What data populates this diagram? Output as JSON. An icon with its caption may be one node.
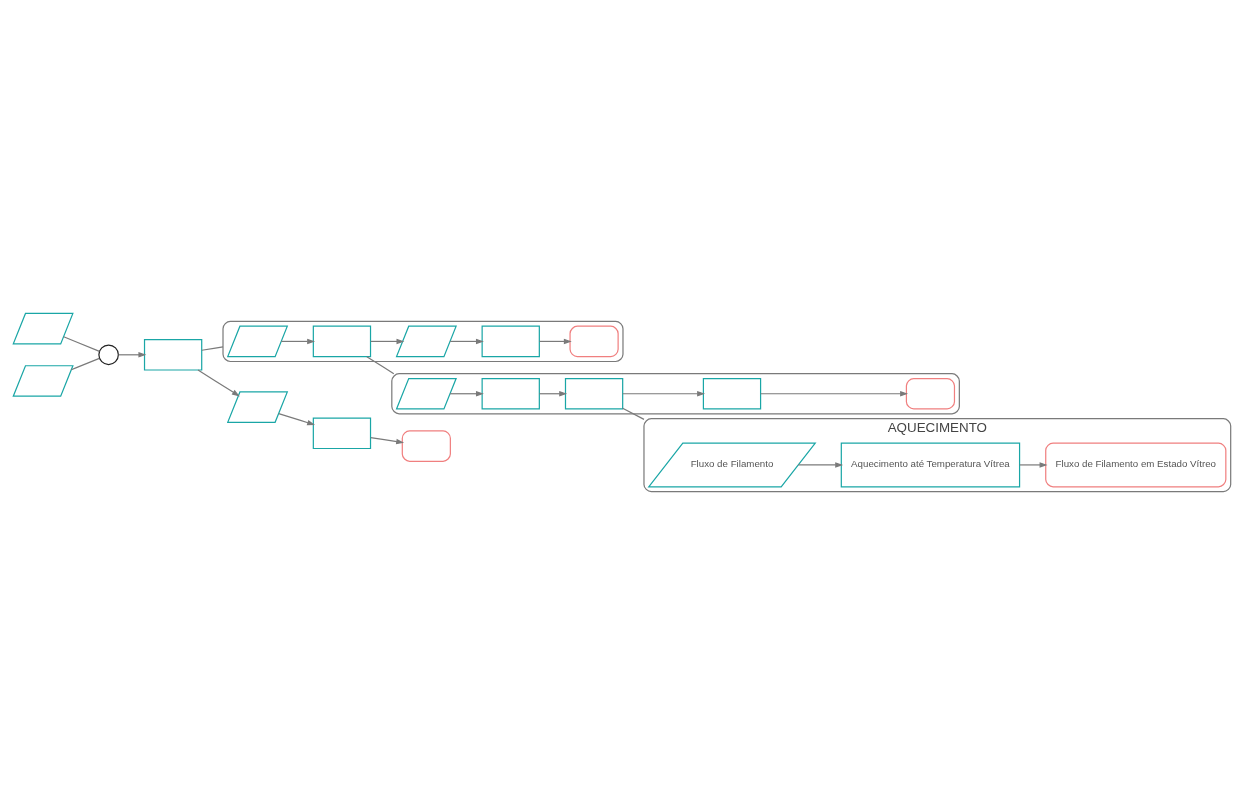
{
  "diagram": {
    "nodes": [
      {
        "text": [],
        "shape": "parallelogram"
      },
      {
        "text": [],
        "shape": "circle"
      },
      {
        "text": [],
        "shape": "parallelogram"
      },
      {
        "text": [],
        "shape": "box"
      },
      {
        "text": [],
        "shape": "parallelogram"
      },
      {
        "text": [],
        "shape": "box"
      },
      {
        "text": [],
        "shape": "terminal"
      },
      {
        "text": [],
        "shape": "box"
      },
      {
        "text": [],
        "shape": "parallelogram",
        "in": 7
      },
      {
        "text": [],
        "shape": "box",
        "in": 7
      },
      {
        "text": [],
        "shape": "parallelogram",
        "in": 7
      },
      {
        "text": [],
        "shape": "box",
        "in": 7
      },
      {
        "text": [],
        "shape": "terminal",
        "in": 7
      },
      {
        "text": [],
        "shape": "box"
      },
      {
        "text": [],
        "shape": "parallelogram",
        "in": 13
      },
      {
        "text": [],
        "shape": "box",
        "in": 13
      },
      {
        "text": [],
        "shape": "box",
        "in": 13
      },
      {
        "text": [],
        "shape": "box",
        "in": 13
      },
      {
        "text": [],
        "shape": "terminal",
        "in": 13
      },
      {
        "text": [
          "AQUECIMENTO"
        ]
      },
      {
        "text": [
          "Fluxo de Filamento"
        ],
        "in": 19
      },
      {
        "text": [
          "Aquecimento até Temperatura Vítrea"
        ],
        "in": 19
      },
      {
        "text": [
          "Fluxo de Filamento em Estado Vítreo"
        ],
        "in": 19
      }
    ],
    "edges": [
      {
        "from": 0,
        "to": 1,
        "arrow": "none"
      },
      {
        "from": 2,
        "to": 1,
        "arrow": "none"
      },
      {
        "from": 1,
        "to": 3,
        "arrow": "to"
      },
      {
        "from": 3,
        "to": 4,
        "arrow": "to"
      },
      {
        "from": 4,
        "to": 5,
        "arrow": "to"
      },
      {
        "from": 5,
        "to": 6,
        "arrow": "to"
      },
      {
        "from": 3,
        "to": 7,
        "arrow": "none"
      },
      {
        "from": 8,
        "to": 9,
        "arrow": "to"
      },
      {
        "from": 9,
        "to": 10,
        "arrow": "to"
      },
      {
        "from": 10,
        "to": 11,
        "arrow": "to"
      },
      {
        "from": 11,
        "to": 12,
        "arrow": "to"
      },
      {
        "from": 9,
        "to": 13,
        "arrow": "none"
      },
      {
        "from": 14,
        "to": 15,
        "arrow": "to"
      },
      {
        "from": 15,
        "to": 16,
        "arrow": "to"
      },
      {
        "from": 16,
        "to": 17,
        "arrow": "to"
      },
      {
        "from": 17,
        "to": 18,
        "arrow": "to"
      },
      {
        "from": 16,
        "to": 19,
        "arrow": "none"
      },
      {
        "from": 20,
        "to": 21,
        "arrow": "to"
      },
      {
        "from": 21,
        "to": 22,
        "arrow": "to"
      }
    ]
  }
}
